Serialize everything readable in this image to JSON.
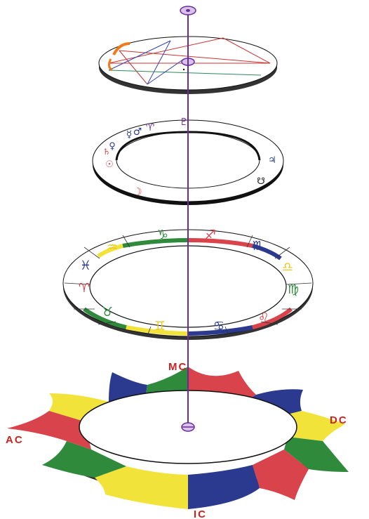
{
  "colors": {
    "axis": "#6b2a9a",
    "axis_dot_fill": "#d9c2ea",
    "label": "#cc2222",
    "red": "#d9434b",
    "green": "#2f8a3c",
    "yellow": "#f2e33a",
    "blue": "#2b3a8f",
    "orange": "#f07a1a",
    "aspect_red": "#cc3333",
    "aspect_blue": "#3344bb",
    "aspect_green": "#2a8a5a",
    "ring_stroke": "#111111",
    "ring_fill": "#ffffff",
    "disc_side": "#333333"
  },
  "angles": {
    "mc": "MC",
    "ic": "IC",
    "ac": "AC",
    "dc": "DC"
  },
  "planets": {
    "pluto": "♇",
    "aries": "♈",
    "mercury": "☿",
    "mars": "♂",
    "venus": "♀",
    "saturn": "♄",
    "sun": "☉",
    "moon": "☽",
    "jupiter": "♃",
    "node": "☋"
  },
  "zodiac": {
    "capricorn": "♑",
    "sagittarius": "♐",
    "scorpio": "♏",
    "libra": "♎",
    "virgo": "♍",
    "leo": "♌",
    "cancer": "♋",
    "gemini": "♊",
    "taurus": "♉",
    "aries": "♈",
    "pisces": "♓",
    "aquarius": "♒"
  }
}
